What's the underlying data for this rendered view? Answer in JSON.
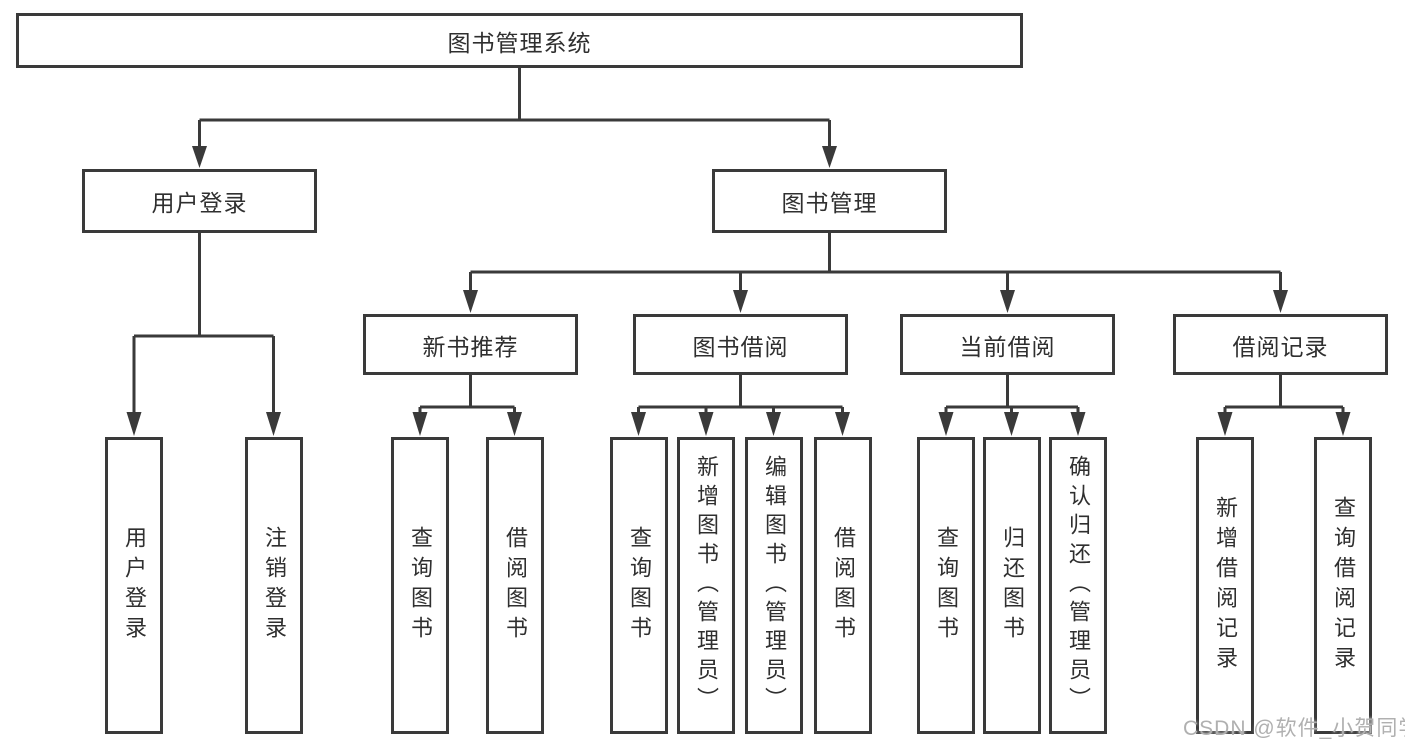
{
  "diagram": {
    "title": "图书管理系统",
    "level1": [
      {
        "label": "用户登录"
      },
      {
        "label": "图书管理"
      }
    ],
    "level2": [
      {
        "label": "新书推荐"
      },
      {
        "label": "图书借阅"
      },
      {
        "label": "当前借阅"
      },
      {
        "label": "借阅记录"
      }
    ],
    "leaves": [
      {
        "label": "用户登录"
      },
      {
        "label": "注销登录"
      },
      {
        "label": "查询图书"
      },
      {
        "label": "借阅图书"
      },
      {
        "label": "查询图书"
      },
      {
        "label": "新增图书（管理员）"
      },
      {
        "label": "编辑图书（管理员）"
      },
      {
        "label": "借阅图书"
      },
      {
        "label": "查询图书"
      },
      {
        "label": "归还图书"
      },
      {
        "label": "确认归还（管理员）"
      },
      {
        "label": "新增借阅记录"
      },
      {
        "label": "查询借阅记录"
      }
    ]
  },
  "watermark": {
    "text": "CSDN @软件_小贺同学"
  },
  "colors": {
    "line": "#3a3a3a",
    "text": "#2f2f2f",
    "background": "#ffffff",
    "watermark": "#b0b0b0"
  }
}
